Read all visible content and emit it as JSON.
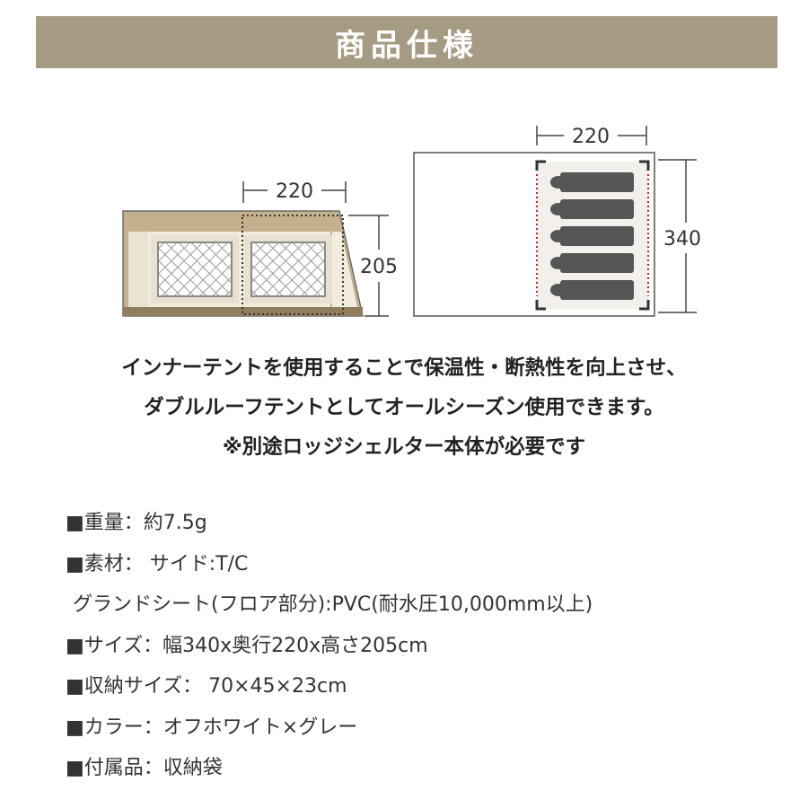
{
  "header": {
    "title": "商品仕様"
  },
  "diagram": {
    "side_view": {
      "width_label": "220",
      "height_label": "205"
    },
    "top_view": {
      "width_label": "220",
      "depth_label": "340"
    },
    "colors": {
      "tent_fill": "#c4b08c",
      "inner_fill": "#f2ecdf",
      "mesh": "#9a9a9a",
      "floor": "#8f7d5c",
      "mat": "#555555",
      "dots": "#cc2222"
    }
  },
  "description": {
    "lines": [
      "インナーテントを使用することで保温性・断熱性を向上させ、",
      "ダブルルーフテントとしてオールシーズン使用できます。",
      "※別途ロッジシェルター本体が必要です"
    ]
  },
  "specs": [
    {
      "marker": "■",
      "text": "重量：約7.5g"
    },
    {
      "marker": "■",
      "text": "素材： サイド:T/C"
    },
    {
      "marker": "",
      "text": "グランドシート(フロア部分):PVC(耐水圧10,000mm以上)"
    },
    {
      "marker": "■",
      "text": "サイズ：幅340x奥行220x高さ205cm"
    },
    {
      "marker": "■",
      "text": "収納サイズ： 70×45×23cm"
    },
    {
      "marker": "■",
      "text": "カラー：オフホワイト×グレー"
    },
    {
      "marker": "■",
      "text": "付属品：収納袋"
    }
  ]
}
